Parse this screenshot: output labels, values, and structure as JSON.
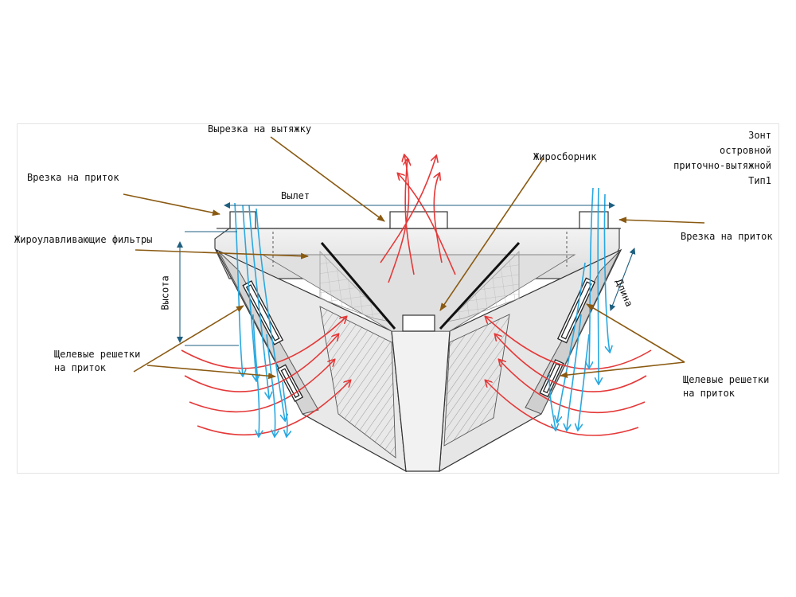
{
  "title": {
    "line1": "Зонт",
    "line2": "островной",
    "line3": "приточно-вытяжной",
    "line4": "Тип1"
  },
  "labels": {
    "exhaust_cutout": "Вырезка на вытяжку",
    "supply_inlet_left": "Врезка на приток",
    "supply_inlet_right": "Врезка на приток",
    "grease_filters": "Жироулавливающие фильтры",
    "grease_collector": "Жиросборник",
    "slot_grilles_left": "Щелевые решетки\nна приток",
    "slot_grilles_right": "Щелевые решетки\nна приток",
    "overhang": "Вылет",
    "height": "Высота",
    "length": "Длина"
  },
  "colors": {
    "callout_arrow": "#8a5a12",
    "supply_air": "#29a8e0",
    "exhaust_air": "#e53838",
    "dimension": "#1f5f80",
    "outline": "#333333"
  }
}
